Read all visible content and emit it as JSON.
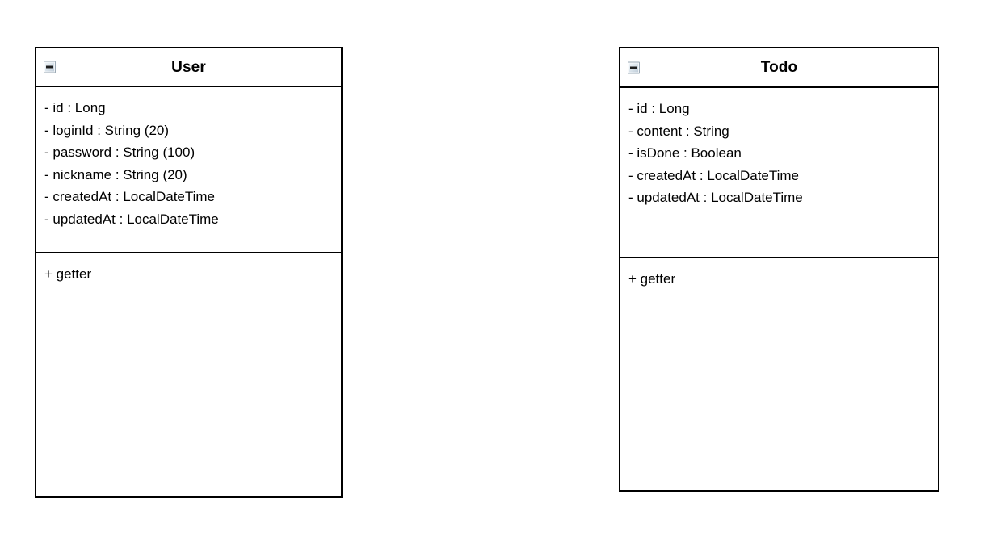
{
  "diagram": {
    "type": "uml-class-diagram",
    "background_color": "#ffffff",
    "border_color": "#000000",
    "text_color": "#000000",
    "icon_color": "#b9c7d4"
  },
  "classes": [
    {
      "id": "user",
      "title": "User",
      "collapse_icon": "minus-collapse-icon",
      "attributes": [
        "- id : Long",
        "- loginId : String (20)",
        "- password : String (100)",
        "- nickname : String (20)",
        "- createdAt : LocalDateTime",
        "- updatedAt : LocalDateTime"
      ],
      "operations": [
        "+ getter"
      ]
    },
    {
      "id": "todo",
      "title": "Todo",
      "collapse_icon": "minus-collapse-icon",
      "attributes": [
        "- id : Long",
        "- content : String",
        "- isDone : Boolean",
        "- createdAt : LocalDateTime",
        "- updatedAt : LocalDateTime"
      ],
      "operations": [
        "+ getter"
      ]
    }
  ]
}
